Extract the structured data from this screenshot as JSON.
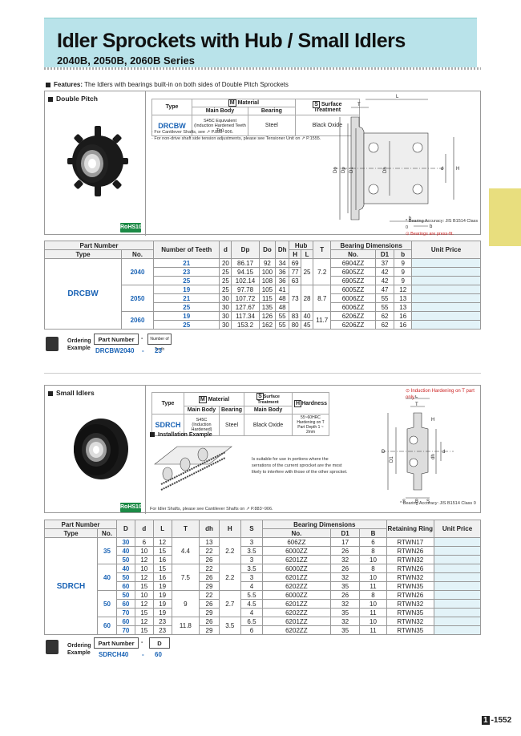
{
  "header": {
    "title": "Idler Sprockets with Hub / Small Idlers",
    "subtitle": "2040B, 2050B, 2060B Series"
  },
  "features": {
    "label": "Features:",
    "text": "The Idlers with bearings built-in on both sides of Double Pitch Sprockets"
  },
  "page_number": {
    "prefix": "1",
    "value": "-1552"
  },
  "sec1": {
    "title": "Double Pitch",
    "rohs": "RoHS10",
    "mat": {
      "type_h": "Type",
      "m": "M",
      "material_h": "Material",
      "s": "S",
      "surface_h": "Surface",
      "treat_h": "Treatment",
      "main_h": "Main Body",
      "bearing_h": "Bearing",
      "type": "DRCBW",
      "main": "S45C Equivalent (Induction Hardened Teeth Tip)",
      "bearing": "Steel",
      "surface": "Black Oxide"
    },
    "notes": [
      "· For Cantilever Shafts, see ↗ P.883~906.",
      "· For non-drive shaft side tension adjustments, please see Tensioner Unit on ↗ P.1555."
    ],
    "diag_notes": [
      "* Bearing Accuracy: JIS B1514 Class 0",
      "⊙ Bearings are press-fit."
    ],
    "dims": {
      "L": "L",
      "T": "T",
      "Do": "Do",
      "Dp": "Dp",
      "D1": "D1",
      "Dh": "Dh",
      "d": "d",
      "H": "H",
      "b": "b"
    },
    "headers": {
      "pn": "Part Number",
      "type": "Type",
      "no": "No.",
      "teeth": "Number of Teeth",
      "d": "d",
      "dp": "Dp",
      "do": "Do",
      "dh": "Dh",
      "hub": "Hub",
      "h": "H",
      "l": "L",
      "t": "T",
      "bd": "Bearing Dimensions",
      "bno": "No.",
      "d1": "D1",
      "b": "b",
      "price": "Unit Price"
    },
    "type": "DRCBW",
    "groups": [
      {
        "no": "2040",
        "hub_h": "",
        "hub_l": "25",
        "t": "7.2",
        "rows": [
          {
            "teeth": "21",
            "d": "20",
            "dp": "86.17",
            "do": "92",
            "dh": "34",
            "h": "69",
            "bno": "6904ZZ",
            "d1": "37",
            "b": "9"
          },
          {
            "teeth": "23",
            "d": "25",
            "dp": "94.15",
            "do": "100",
            "dh": "36",
            "h": "77",
            "bno": "6905ZZ",
            "d1": "42",
            "b": "9"
          },
          {
            "teeth": "25",
            "d": "25",
            "dp": "102.14",
            "do": "108",
            "dh": "36",
            "h": "63",
            "bno": "6905ZZ",
            "d1": "42",
            "b": "9"
          }
        ]
      },
      {
        "no": "2050",
        "hub_h": "73",
        "hub_l": "28",
        "t": "8.7",
        "rows": [
          {
            "teeth": "19",
            "d": "25",
            "dp": "97.78",
            "do": "105",
            "dh": "41",
            "h": "",
            "bno": "6005ZZ",
            "d1": "47",
            "b": "12"
          },
          {
            "teeth": "21",
            "d": "30",
            "dp": "107.72",
            "do": "115",
            "dh": "48",
            "h": "",
            "bno": "6006ZZ",
            "d1": "55",
            "b": "13"
          },
          {
            "teeth": "25",
            "d": "30",
            "dp": "127.67",
            "do": "135",
            "dh": "48",
            "h": "",
            "bno": "6006ZZ",
            "d1": "55",
            "b": "13"
          }
        ]
      },
      {
        "no": "2060",
        "hub_h": "",
        "hub_l": "",
        "t": "11.7",
        "rows": [
          {
            "teeth": "19",
            "d": "30",
            "dp": "117.34",
            "do": "126",
            "dh": "55",
            "h": "83",
            "l": "40",
            "bno": "6206ZZ",
            "d1": "62",
            "b": "16"
          },
          {
            "teeth": "25",
            "d": "30",
            "dp": "153.2",
            "do": "162",
            "dh": "55",
            "h": "80",
            "l": "45",
            "bno": "6206ZZ",
            "d1": "62",
            "b": "16"
          }
        ]
      }
    ],
    "order": {
      "label1": "Ordering",
      "label2": "Example",
      "pn": "Part Number",
      "dash": "-",
      "teeth": "Number of Teeth",
      "ex_pn": "DRCBW2040",
      "ex_dash": "-",
      "ex_val": "23"
    }
  },
  "sec2": {
    "title": "Small Idlers",
    "rohs": "RoHS10",
    "induct_note": "⊙ Induction Hardening on T part only",
    "mat": {
      "type_h": "Type",
      "m": "M",
      "material_h": "Material",
      "s": "S",
      "surface_h": "Surface Treatment",
      "hh": "H",
      "hard_h": "Hardness",
      "main_h": "Main Body",
      "bearing_h": "Bearing",
      "main2_h": "Main Body",
      "type": "SDRCH",
      "main": "S45C (Induction Hardened)",
      "bearing": "Steel",
      "surface": "Black Oxide",
      "hard": "55~60HRC Hardening on T Part Depth 1 ~ 2mm"
    },
    "install": "Installation Example",
    "install_text": "Is suitable for use in portions where the serrations of the current sprocket are the most likely to interfere with those of the other sprocket.",
    "note": "For Idler Shafts, please see Cantilever Shafts on ↗ P.883~906.",
    "diag_note": "* Bearing Accuracy: JIS B1514 Class 0",
    "dims": {
      "L": "L",
      "T": "T",
      "H": "H",
      "D": "D",
      "D1": "D1",
      "dh": "dh",
      "d": "d",
      "S": "S",
      "B": "B"
    },
    "headers": {
      "pn": "Part Number",
      "type": "Type",
      "no": "No.",
      "D": "D",
      "d": "d",
      "L": "L",
      "T": "T",
      "dh": "dh",
      "H": "H",
      "S": "S",
      "bd": "Bearing Dimensions",
      "bno": "No.",
      "d1": "D1",
      "B": "B",
      "ring": "Retaining Ring",
      "price": "Unit Price"
    },
    "type": "SDRCH",
    "groups": [
      {
        "no": "35",
        "t": "4.4",
        "h": "2.2",
        "rows": [
          {
            "D": "30",
            "d": "6",
            "L": "12",
            "dh": "13",
            "S": "3",
            "bno": "606ZZ",
            "d1": "17",
            "B": "6",
            "ring": "RTWN17"
          },
          {
            "D": "40",
            "d": "10",
            "L": "15",
            "dh": "22",
            "S": "3.5",
            "bno": "6000ZZ",
            "d1": "26",
            "B": "8",
            "ring": "RTWN26"
          },
          {
            "D": "50",
            "d": "12",
            "L": "16",
            "dh": "26",
            "S": "3",
            "bno": "6201ZZ",
            "d1": "32",
            "B": "10",
            "ring": "RTWN32"
          }
        ]
      },
      {
        "no": "40",
        "t": "7.5",
        "h": "2.2",
        "rows": [
          {
            "D": "40",
            "d": "10",
            "L": "15",
            "dh": "22",
            "S": "3.5",
            "bno": "6000ZZ",
            "d1": "26",
            "B": "8",
            "ring": "RTWN26"
          },
          {
            "D": "50",
            "d": "12",
            "L": "16",
            "dh": "26",
            "S": "3",
            "bno": "6201ZZ",
            "d1": "32",
            "B": "10",
            "ring": "RTWN32"
          },
          {
            "D": "60",
            "d": "15",
            "L": "19",
            "dh": "29",
            "S": "4",
            "bno": "6202ZZ",
            "d1": "35",
            "B": "11",
            "ring": "RTWN35"
          }
        ]
      },
      {
        "no": "50",
        "t": "9",
        "h": "2.7",
        "rows": [
          {
            "D": "50",
            "d": "10",
            "L": "19",
            "dh": "22",
            "S": "5.5",
            "bno": "6000ZZ",
            "d1": "26",
            "B": "8",
            "ring": "RTWN26"
          },
          {
            "D": "60",
            "d": "12",
            "L": "19",
            "dh": "26",
            "S": "4.5",
            "bno": "6201ZZ",
            "d1": "32",
            "B": "10",
            "ring": "RTWN32"
          },
          {
            "D": "70",
            "d": "15",
            "L": "19",
            "dh": "29",
            "S": "4",
            "bno": "6202ZZ",
            "d1": "35",
            "B": "11",
            "ring": "RTWN35"
          }
        ]
      },
      {
        "no": "60",
        "t": "11.8",
        "h": "3.5",
        "rows": [
          {
            "D": "60",
            "d": "12",
            "L": "23",
            "dh": "26",
            "S": "6.5",
            "bno": "6201ZZ",
            "d1": "32",
            "B": "10",
            "ring": "RTWN32"
          },
          {
            "D": "70",
            "d": "15",
            "L": "23",
            "dh": "29",
            "S": "6",
            "bno": "6202ZZ",
            "d1": "35",
            "B": "11",
            "ring": "RTWN35"
          }
        ]
      }
    ],
    "order": {
      "label1": "Ordering",
      "label2": "Example",
      "pn": "Part Number",
      "dash": "-",
      "dval": "D",
      "ex_pn": "SDRCH40",
      "ex_dash": "-",
      "ex_val": "60"
    }
  }
}
